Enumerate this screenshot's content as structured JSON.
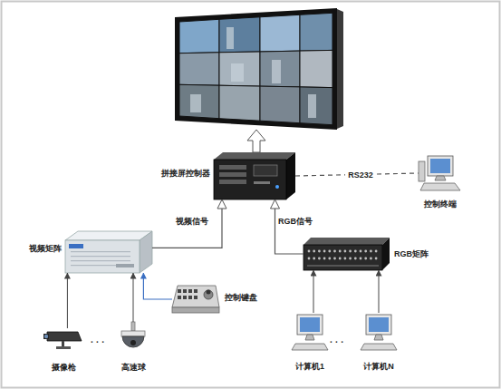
{
  "diagram": {
    "nodes": [
      {
        "text": [
          "拼接屏控制器"
        ]
      },
      {
        "text": [
          "控制终端"
        ]
      },
      {
        "text": [
          "视频矩阵"
        ]
      },
      {
        "text": [
          "RGB矩阵"
        ]
      },
      {
        "text": [
          "控制键盘"
        ]
      },
      {
        "text": [
          "摄像枪"
        ]
      },
      {
        "text": [
          "高速球"
        ]
      },
      {
        "text": [
          "计算机1"
        ]
      },
      {
        "text": [
          "计算机N"
        ]
      }
    ],
    "edges": [
      {
        "from": 0,
        "to": 1,
        "label": "RS232",
        "arrow": "none"
      },
      {
        "from": 2,
        "to": 0,
        "label": "视频信号",
        "arrow": "to"
      },
      {
        "from": 3,
        "to": 0,
        "label": "RGB信号",
        "arrow": "to"
      },
      {
        "from": 4,
        "to": 2,
        "arrow": "to"
      },
      {
        "from": 5,
        "to": 2,
        "arrow": "to"
      },
      {
        "from": 6,
        "to": 2,
        "arrow": "to"
      },
      {
        "from": 7,
        "to": 3,
        "arrow": "to"
      },
      {
        "from": 8,
        "to": 3,
        "arrow": "to"
      }
    ],
    "labels": [
      "· · ·",
      "· · ·"
    ]
  }
}
